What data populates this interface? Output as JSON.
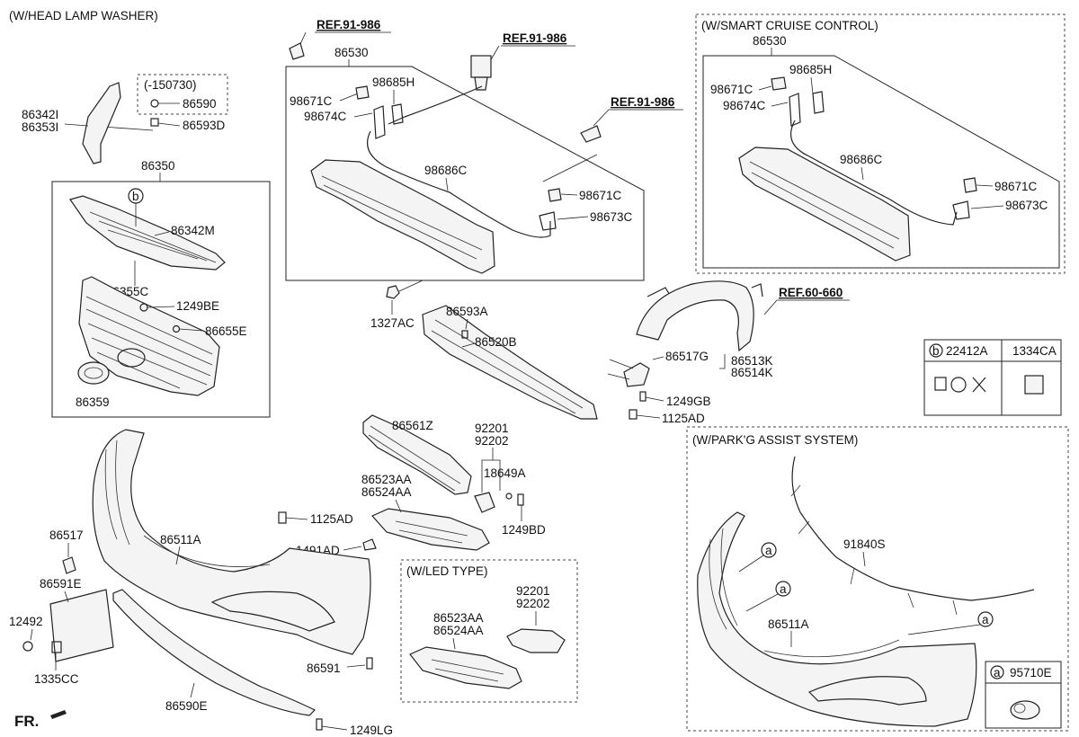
{
  "headers": {
    "head_lamp_washer": "(W/HEAD LAMP WASHER)",
    "smart_cruise": "(W/SMART CRUISE CONTROL)",
    "parking_assist": "(W/PARK'G ASSIST SYSTEM)",
    "led_type": "(W/LED TYPE)",
    "date_code": "(-150730)"
  },
  "refs": {
    "r1": "REF.91-986",
    "r2": "REF.91-986",
    "r3": "REF.91-986",
    "r4": "REF.60-660"
  },
  "labels": {
    "p86590": "86590",
    "p86593D": "86593D",
    "p86342I": "86342I",
    "p86353I": "86353I",
    "p86350": "86350",
    "p86342M": "86342M",
    "p86355C": "86355C",
    "p1249BE": "1249BE",
    "p86655E": "86655E",
    "p86359": "86359",
    "p86530": "86530",
    "p98671C_a": "98671C",
    "p98685H": "98685H",
    "p98674C": "98674C",
    "p98686C": "98686C",
    "p98671C_b": "98671C",
    "p98673C": "98673C",
    "p1327AC": "1327AC",
    "p86593A": "86593A",
    "p86520B": "86520B",
    "s86530": "86530",
    "s98685H": "98685H",
    "s98671C_a": "98671C",
    "s98674C": "98674C",
    "s98686C": "98686C",
    "s98671C_b": "98671C",
    "s98673C": "98673C",
    "p86517G": "86517G",
    "p86513K": "86513K",
    "p86514K": "86514K",
    "p1249GB": "1249GB",
    "p1125AD_a": "1125AD",
    "p86561Z": "86561Z",
    "p92201": "92201",
    "p92202": "92202",
    "p18649A": "18649A",
    "p86523AA": "86523AA",
    "p86524AA": "86524AA",
    "p1249BD": "1249BD",
    "p1125AD_b": "1125AD",
    "p1491AD": "1491AD",
    "p86517": "86517",
    "p86511A": "86511A",
    "p86591E": "86591E",
    "p12492": "12492",
    "p1335CC": "1335CC",
    "p86591": "86591",
    "p86590E": "86590E",
    "p1249LG": "1249LG",
    "l92201": "92201",
    "l92202": "92202",
    "l86523AA": "86523AA",
    "l86524AA": "86524AA",
    "k91840S": "91840S",
    "k86511A": "86511A",
    "fr": "FR."
  },
  "legend_table": {
    "b_code": "22412A",
    "col2_code": "1334CA",
    "a_code": "95710E"
  },
  "callouts": {
    "a": "a",
    "b": "b"
  }
}
